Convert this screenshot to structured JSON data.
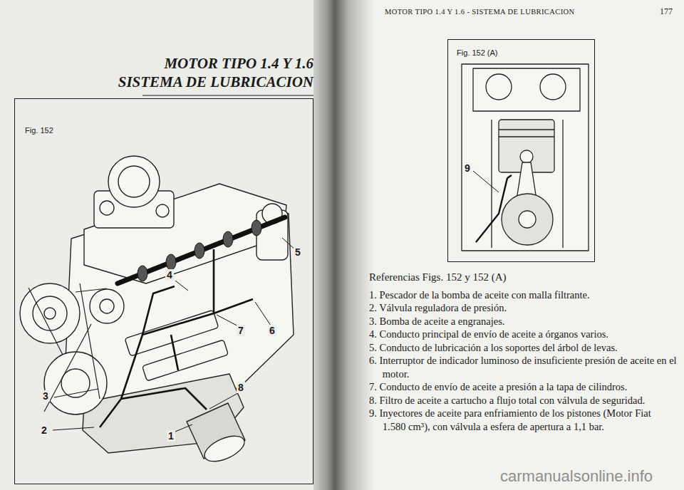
{
  "diagram": {
    "title": "MOTOR TIPO 1.4 Y 1.6 SISTEMA DE LUBRICACION",
    "nodes": [
      {
        "text": [
          "Fig. 152"
        ]
      },
      {
        "text": [
          "Fig. 152 (A)"
        ]
      }
    ],
    "labels": [
      "MOTOR TIPO 1.4 Y 1.6 - SISTEMA DE LUBRICACION",
      "177",
      "5",
      "4",
      "7",
      "6",
      "3",
      "8",
      "2",
      "1",
      "9",
      "Referencias Figs. 152 y 152 (A)",
      "1. Pescador de la bomba de aceite con malla filtrante.",
      "2. Válvula reguladora de presión.",
      "3. Bomba de aceite a engranajes.",
      "4. Conducto principal de envío de aceite a órganos varios.",
      "5. Conducto de lubricación a los soportes del árbol de levas.",
      "6. Interruptor de indicador luminoso de insuficiente presión de aceite en el motor.",
      "7. Conducto de envío de aceite a presión a la tapa de cilindros.",
      "8. Filtro de aceite a cartucho a flujo total con válvula de seguridad.",
      "9. Inyectores de aceite para enfriamiento de los pistones (Motor Fiat 1.580 cm³), con válvula a esfera de apertura a 1,1 bar.",
      "carmanualsonline.info"
    ]
  }
}
